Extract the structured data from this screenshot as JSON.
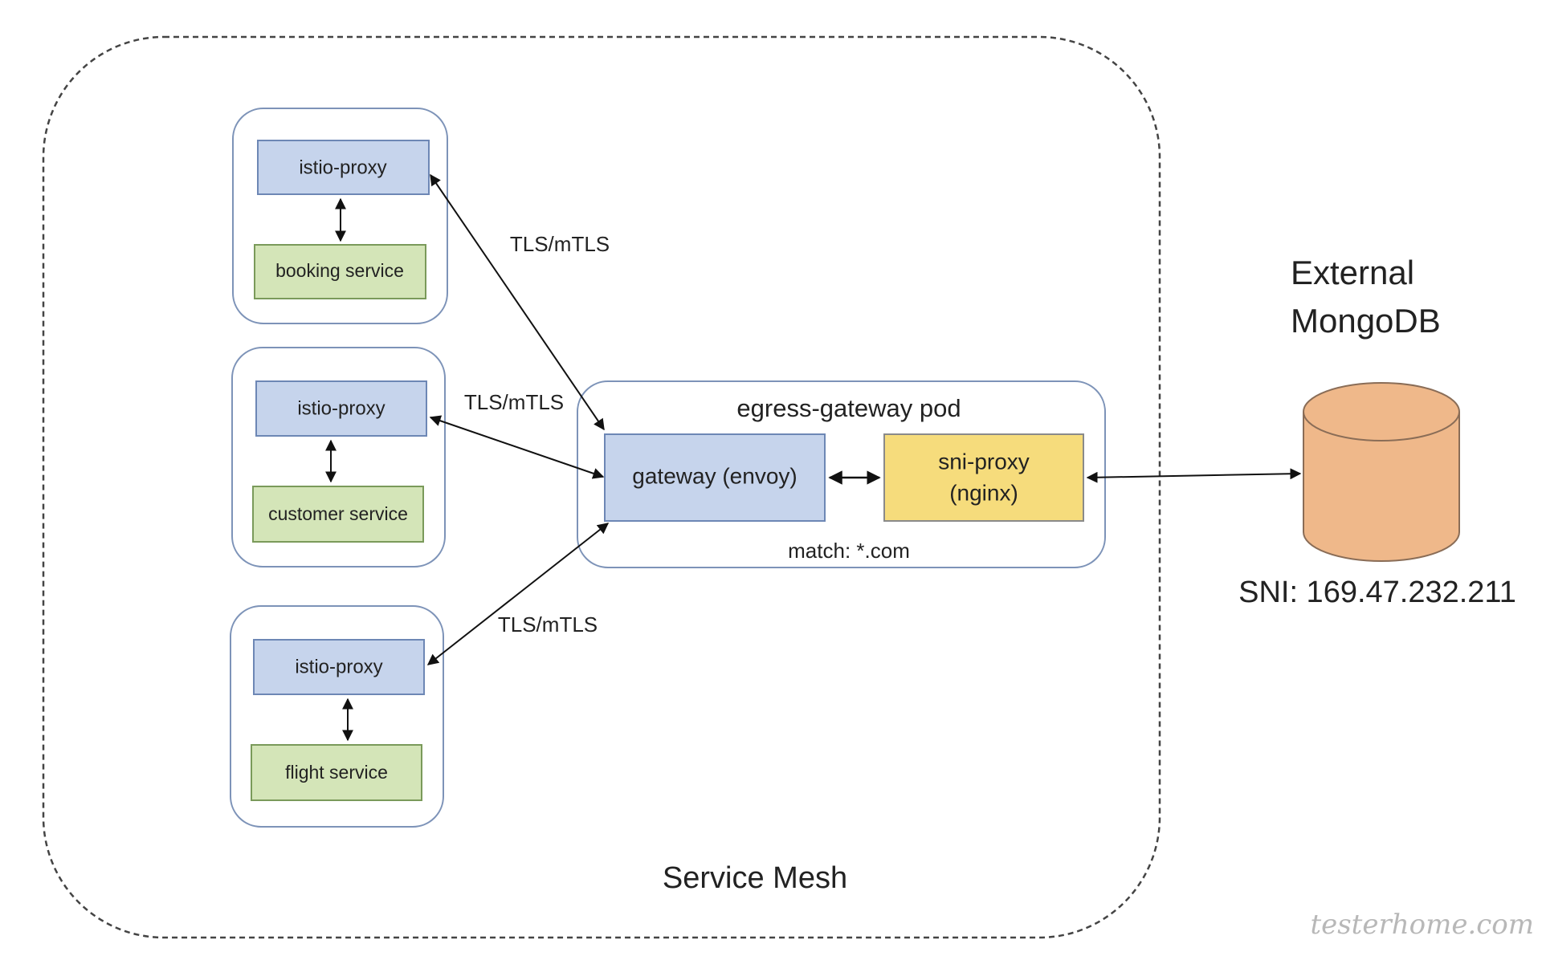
{
  "mesh": {
    "label": "Service Mesh"
  },
  "pods": [
    {
      "proxy_label": "istio-proxy",
      "service_label": "booking service"
    },
    {
      "proxy_label": "istio-proxy",
      "service_label": "customer service"
    },
    {
      "proxy_label": "istio-proxy",
      "service_label": "flight service"
    }
  ],
  "connections": [
    {
      "label": "TLS/mTLS"
    },
    {
      "label": "TLS/mTLS"
    },
    {
      "label": "TLS/mTLS"
    }
  ],
  "egress": {
    "title": "egress-gateway pod",
    "gateway_label": "gateway (envoy)",
    "sni_proxy_line1": "sni-proxy",
    "sni_proxy_line2": "(nginx)",
    "match_label": "match:  *.com"
  },
  "external": {
    "title_line1": "External",
    "title_line2": "MongoDB",
    "sni_label": "SNI: 169.47.232.211"
  },
  "watermark": "testerhome.com",
  "colors": {
    "proxy_fill": "#c6d4ec",
    "proxy_stroke": "#6d87b5",
    "service_fill": "#d4e5b8",
    "service_stroke": "#7a9a5a",
    "sni_fill": "#f6dc7c",
    "sni_stroke": "#8a8a8a",
    "db_fill": "#efb88a",
    "db_stroke": "#8a6d57",
    "pod_stroke": "#7d93b8"
  }
}
